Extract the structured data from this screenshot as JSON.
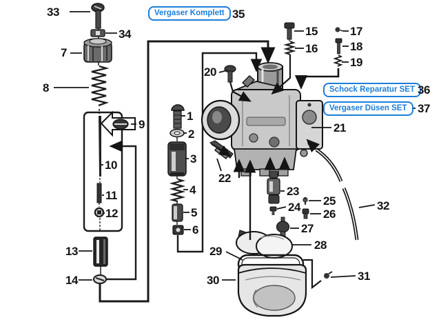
{
  "diagram_type": "carburetor-exploded-parts-diagram",
  "colors": {
    "accent_blue": "#1b7ed9",
    "line_black": "#141414",
    "background": "#ffffff"
  },
  "labels": {
    "p1": "1",
    "p2": "2",
    "p3": "3",
    "p4": "4",
    "p5": "5",
    "p6": "6",
    "p7": "7",
    "p8": "8",
    "p9": "9",
    "p10": "10",
    "p11": "11",
    "p12": "12",
    "p13": "13",
    "p14": "14",
    "p15": "15",
    "p16": "16",
    "p17": "17",
    "p18": "18",
    "p19": "19",
    "p20": "20",
    "p21": "21",
    "p22": "22",
    "p23": "23",
    "p24": "24",
    "p25": "25",
    "p26": "26",
    "p27": "27",
    "p28": "28",
    "p29": "29",
    "p30": "30",
    "p31": "31",
    "p32": "32",
    "p33": "33",
    "p34": "34"
  },
  "buttons": [
    {
      "label": "Vergaser Komplett",
      "callout": "35"
    },
    {
      "label": "Schock Reparatur SET",
      "callout": "36"
    },
    {
      "label": "Vergaser Düsen SET",
      "callout": "37"
    }
  ]
}
